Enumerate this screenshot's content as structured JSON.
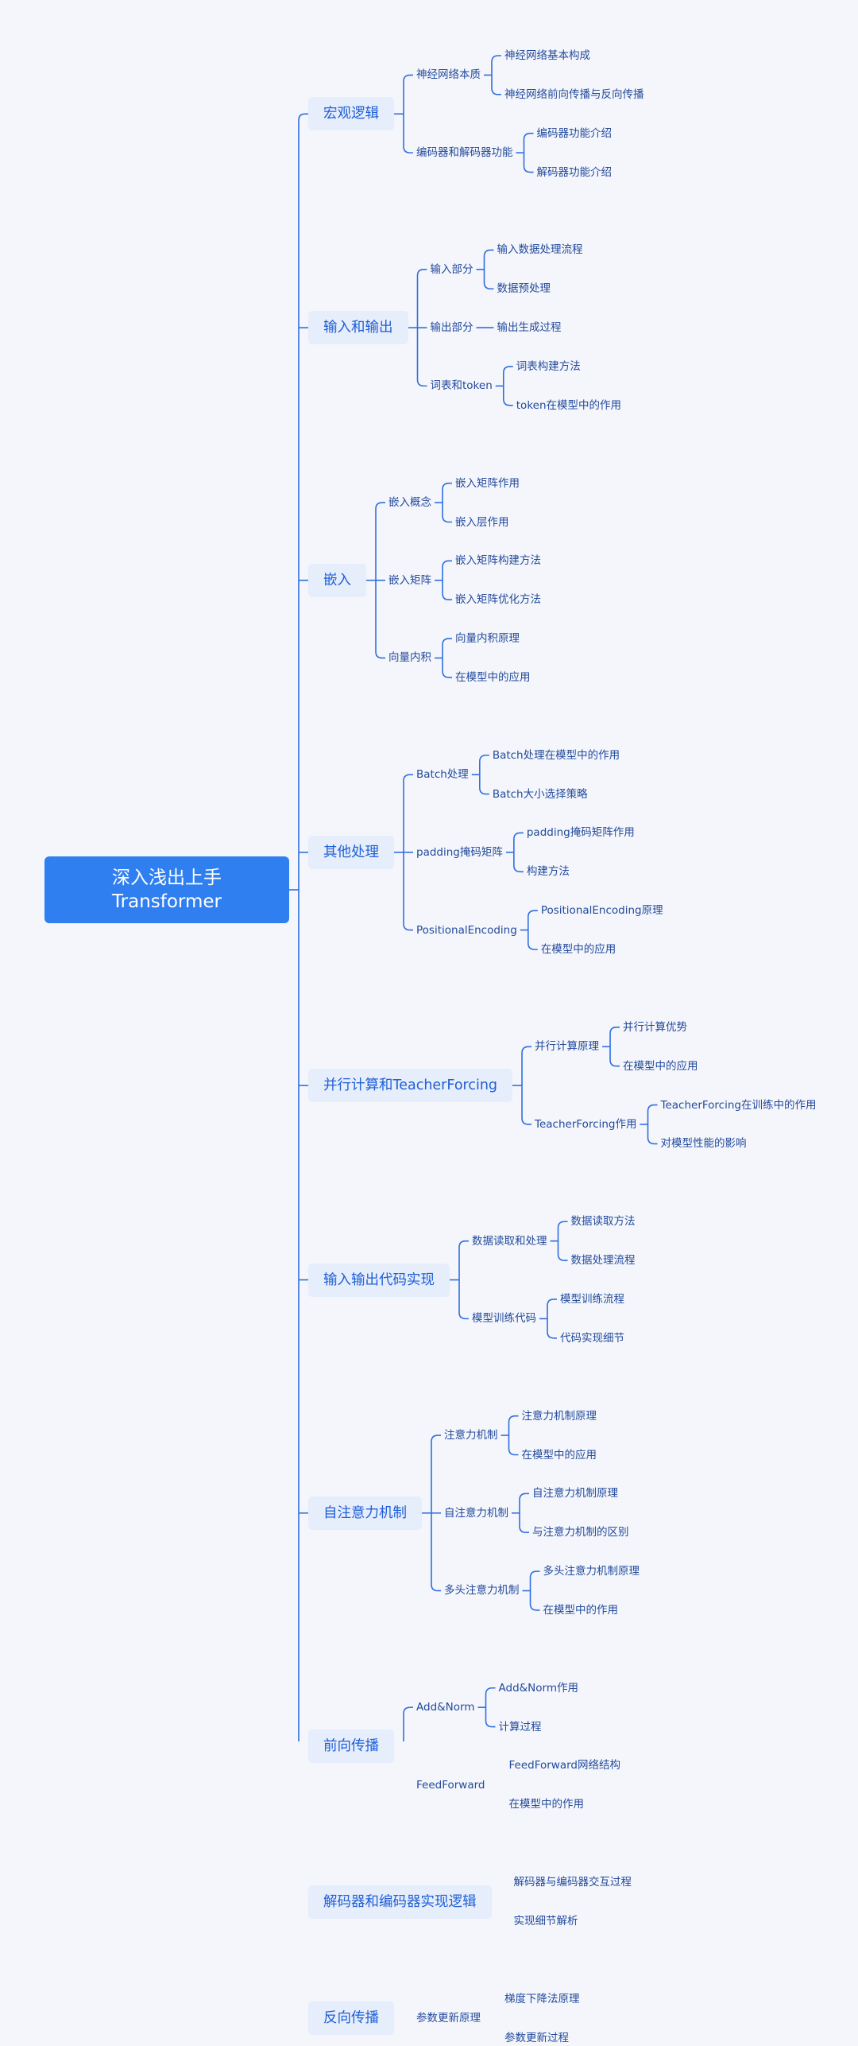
{
  "root": {
    "line1": "深入浅出上手",
    "line2": "Transformer"
  },
  "branches": [
    {
      "label": "宏观逻辑",
      "children": [
        {
          "label": "神经网络本质",
          "children": [
            "神经网络基本构成",
            "神经网络前向传播与反向传播"
          ]
        },
        {
          "label": "编码器和解码器功能",
          "children": [
            "编码器功能介绍",
            "解码器功能介绍"
          ]
        }
      ]
    },
    {
      "label": "输入和输出",
      "children": [
        {
          "label": "输入部分",
          "children": [
            "输入数据处理流程",
            "数据预处理"
          ]
        },
        {
          "label": "输出部分",
          "children": [
            "输出生成过程"
          ]
        },
        {
          "label": "词表和token",
          "children": [
            "词表构建方法",
            "token在模型中的作用"
          ]
        }
      ]
    },
    {
      "label": "嵌入",
      "children": [
        {
          "label": "嵌入概念",
          "children": [
            "嵌入矩阵作用",
            "嵌入层作用"
          ]
        },
        {
          "label": "嵌入矩阵",
          "children": [
            "嵌入矩阵构建方法",
            "嵌入矩阵优化方法"
          ]
        },
        {
          "label": "向量内积",
          "children": [
            "向量内积原理",
            "在模型中的应用"
          ]
        }
      ]
    },
    {
      "label": "其他处理",
      "children": [
        {
          "label": "Batch处理",
          "children": [
            "Batch处理在模型中的作用",
            "Batch大小选择策略"
          ]
        },
        {
          "label": "padding掩码矩阵",
          "children": [
            "padding掩码矩阵作用",
            "构建方法"
          ]
        },
        {
          "label": "PositionalEncoding",
          "children": [
            "PositionalEncoding原理",
            "在模型中的应用"
          ]
        }
      ]
    },
    {
      "label": "并行计算和TeacherForcing",
      "children": [
        {
          "label": "并行计算原理",
          "children": [
            "并行计算优势",
            "在模型中的应用"
          ]
        },
        {
          "label": "TeacherForcing作用",
          "children": [
            "TeacherForcing在训练中的作用",
            "对模型性能的影响"
          ]
        }
      ]
    },
    {
      "label": "输入输出代码实现",
      "children": [
        {
          "label": "数据读取和处理",
          "children": [
            "数据读取方法",
            "数据处理流程"
          ]
        },
        {
          "label": "模型训练代码",
          "children": [
            "模型训练流程",
            "代码实现细节"
          ]
        }
      ]
    },
    {
      "label": "自注意力机制",
      "children": [
        {
          "label": "注意力机制",
          "children": [
            "注意力机制原理",
            "在模型中的应用"
          ]
        },
        {
          "label": "自注意力机制",
          "children": [
            "自注意力机制原理",
            "与注意力机制的区别"
          ]
        },
        {
          "label": "多头注意力机制",
          "children": [
            "多头注意力机制原理",
            "在模型中的作用"
          ]
        }
      ]
    },
    {
      "label": "前向传播",
      "children": [
        {
          "label": "Add&Norm",
          "children": [
            "Add&Norm作用",
            "计算过程"
          ]
        },
        {
          "label": "FeedForward",
          "children": [
            "FeedForward网络结构",
            "在模型中的作用"
          ]
        }
      ]
    },
    {
      "label": "解码器和编码器实现逻辑",
      "children": [
        "解码器与编码器交互过程",
        "实现细节解析"
      ]
    },
    {
      "label": "反向传播",
      "children": [
        {
          "label": "参数更新原理",
          "children": [
            "梯度下降法原理",
            "参数更新过程"
          ]
        }
      ]
    }
  ],
  "colors": {
    "background": "#f4f6fb",
    "root_fill": "#2f7ff0",
    "branch_fill": "#e6edfb",
    "connector": "#2f6fe0",
    "branch_text": "#1f5fd6",
    "leaf_text": "#234a9c"
  }
}
